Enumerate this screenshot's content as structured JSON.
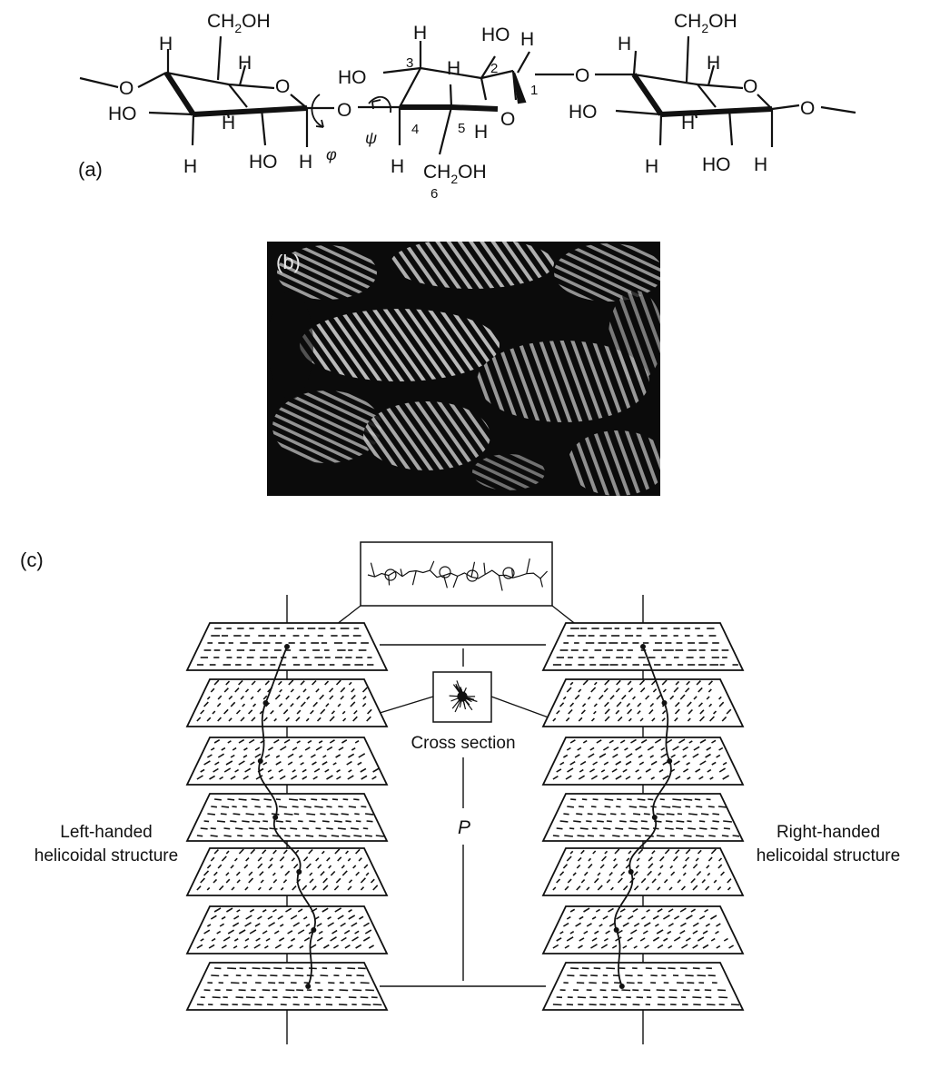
{
  "panel_a": {
    "label": "(a)",
    "ring1": {
      "ch2oh_a": "CH",
      "ch2oh_sub": "2",
      "ch2oh_b": "OH",
      "h_top_left": "H",
      "h_top_right": "H",
      "o_ring": "O",
      "o_left": "O",
      "ho_left": "HO",
      "h_mid": "H",
      "h_bottom": "H",
      "ho_bottom": "HO",
      "h_bottom_right": "H"
    },
    "ring2": {
      "ho_c3": "HO",
      "h_top": "H",
      "ho_c2": "HO",
      "h_c1": "H",
      "h_c5top": "H",
      "n3": "3",
      "n2": "2",
      "n1": "1",
      "n4": "4",
      "n5": "5",
      "n6": "6",
      "o_ring": "O",
      "h_c5": "H",
      "h_c4": "H",
      "ch2oh_a": "CH",
      "ch2oh_sub": "2",
      "ch2oh_b": "OH"
    },
    "link_o_left": "O",
    "link_o_right": "O",
    "phi": "φ",
    "psi": "ψ",
    "ring3": {
      "ch2oh_a": "CH",
      "ch2oh_sub": "2",
      "ch2oh_b": "OH",
      "h_top_left": "H",
      "h_top_right": "H",
      "o_ring": "O",
      "o_right": "O",
      "ho_left": "HO",
      "h_mid": "H",
      "h_bottom": "H",
      "ho_bottom": "HO",
      "h_bottom_right": "H"
    }
  },
  "panel_b": {
    "label": "(b)"
  },
  "panel_c": {
    "label": "(c)",
    "cross_section": "Cross section",
    "pitch": "P",
    "left_label_line1": "Left-handed",
    "left_label_line2": "helicoidal structure",
    "right_label_line1": "Right-handed",
    "right_label_line2": "helicoidal structure"
  },
  "colors": {
    "ink": "#111111",
    "micrograph_bg": "#0b0b0b",
    "stripe": "#bdbdbd"
  }
}
